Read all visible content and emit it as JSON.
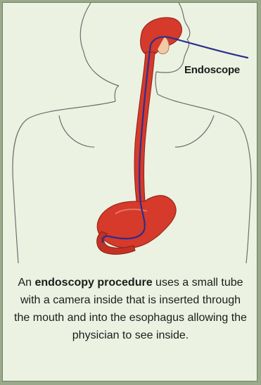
{
  "diagram": {
    "label": "Endoscope",
    "caption": {
      "prefix": "An ",
      "bold": "endoscopy procedure",
      "suffix": " uses a small tube with a camera inside that is inserted through the mouth and into the esophagus allowing the physician to see inside."
    }
  },
  "colors": {
    "panel_background": "#ebf2e1",
    "outer_background": "#9aa98a",
    "organ_red": "#d53a2a",
    "scope_blue": "#2b2f8f"
  }
}
